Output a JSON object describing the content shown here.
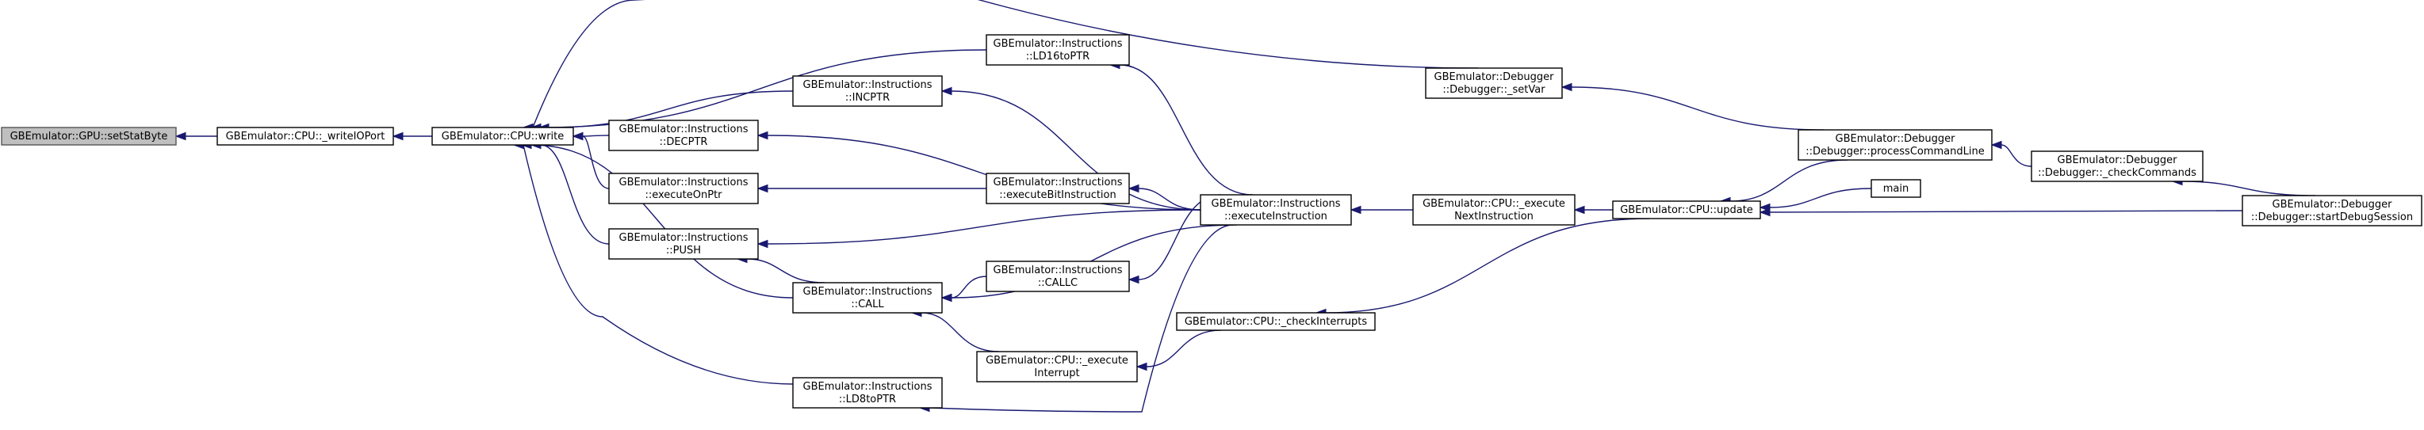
{
  "diagram": {
    "colors": {
      "edge": "#191970",
      "node_border": "#000000",
      "highlight_fill": "#bfbfbf"
    },
    "nodes": [
      {
        "id": "gpu_setStatByte",
        "lines": [
          "GBEmulator::GPU::setStatByte"
        ],
        "highlight": true
      },
      {
        "id": "cpu_writeIOPort",
        "lines": [
          "GBEmulator::CPU::_writeIOPort"
        ]
      },
      {
        "id": "cpu_write",
        "lines": [
          "GBEmulator::CPU::write"
        ]
      },
      {
        "id": "ins_ld16toptr",
        "lines": [
          "GBEmulator::Instructions",
          "::LD16toPTR"
        ]
      },
      {
        "id": "ins_incptr",
        "lines": [
          "GBEmulator::Instructions",
          "::INCPTR"
        ]
      },
      {
        "id": "ins_decptr",
        "lines": [
          "GBEmulator::Instructions",
          "::DECPTR"
        ]
      },
      {
        "id": "ins_executeonptr",
        "lines": [
          "GBEmulator::Instructions",
          "::executeOnPtr"
        ]
      },
      {
        "id": "ins_push",
        "lines": [
          "GBEmulator::Instructions",
          "::PUSH"
        ]
      },
      {
        "id": "ins_call",
        "lines": [
          "GBEmulator::Instructions",
          "::CALL"
        ]
      },
      {
        "id": "ins_ld8toptr",
        "lines": [
          "GBEmulator::Instructions",
          "::LD8toPTR"
        ]
      },
      {
        "id": "ins_executebitinstruction",
        "lines": [
          "GBEmulator::Instructions",
          "::executeBitInstruction"
        ]
      },
      {
        "id": "ins_callc",
        "lines": [
          "GBEmulator::Instructions",
          "::CALLC"
        ]
      },
      {
        "id": "cpu_executeinterrupt",
        "lines": [
          "GBEmulator::CPU::_execute",
          "Interrupt"
        ]
      },
      {
        "id": "cpu_checkinterrupts",
        "lines": [
          "GBEmulator::CPU::_checkInterrupts"
        ]
      },
      {
        "id": "ins_executeinstruction",
        "lines": [
          "GBEmulator::Instructions",
          "::executeInstruction"
        ]
      },
      {
        "id": "dbg_setvar",
        "lines": [
          "GBEmulator::Debugger",
          "::Debugger::_setVar"
        ]
      },
      {
        "id": "cpu_executenextinstruction",
        "lines": [
          "GBEmulator::CPU::_execute",
          "NextInstruction"
        ]
      },
      {
        "id": "cpu_update",
        "lines": [
          "GBEmulator::CPU::update"
        ]
      },
      {
        "id": "dbg_processcommandline",
        "lines": [
          "GBEmulator::Debugger",
          "::Debugger::processCommandLine"
        ]
      },
      {
        "id": "main",
        "lines": [
          "main"
        ]
      },
      {
        "id": "dbg_checkcommands",
        "lines": [
          "GBEmulator::Debugger",
          "::Debugger::_checkCommands"
        ]
      },
      {
        "id": "dbg_startdebugsession",
        "lines": [
          "GBEmulator::Debugger",
          "::Debugger::startDebugSession"
        ]
      }
    ],
    "edges": [
      {
        "from": "cpu_writeIOPort",
        "to": "gpu_setStatByte"
      },
      {
        "from": "cpu_write",
        "to": "cpu_writeIOPort"
      },
      {
        "from": "ins_ld16toptr",
        "to": "cpu_write"
      },
      {
        "from": "ins_incptr",
        "to": "cpu_write"
      },
      {
        "from": "ins_decptr",
        "to": "cpu_write"
      },
      {
        "from": "ins_executeonptr",
        "to": "cpu_write"
      },
      {
        "from": "ins_push",
        "to": "cpu_write"
      },
      {
        "from": "ins_call",
        "to": "cpu_write"
      },
      {
        "from": "ins_ld8toptr",
        "to": "cpu_write"
      },
      {
        "from": "dbg_setvar",
        "to": "cpu_write"
      },
      {
        "from": "ins_executeinstruction",
        "to": "ins_ld16toptr"
      },
      {
        "from": "ins_executeinstruction",
        "to": "ins_incptr"
      },
      {
        "from": "ins_executeinstruction",
        "to": "ins_decptr"
      },
      {
        "from": "ins_executebitinstruction",
        "to": "ins_executeonptr"
      },
      {
        "from": "ins_executeinstruction",
        "to": "ins_push"
      },
      {
        "from": "ins_call",
        "to": "ins_push"
      },
      {
        "from": "ins_callc",
        "to": "ins_call"
      },
      {
        "from": "ins_executeinstruction",
        "to": "ins_call"
      },
      {
        "from": "cpu_executeinterrupt",
        "to": "ins_call"
      },
      {
        "from": "ins_executeinstruction",
        "to": "ins_ld8toptr"
      },
      {
        "from": "ins_executeinstruction",
        "to": "ins_executebitinstruction"
      },
      {
        "from": "ins_executeinstruction",
        "to": "ins_callc"
      },
      {
        "from": "cpu_checkinterrupts",
        "to": "cpu_executeinterrupt"
      },
      {
        "from": "cpu_update",
        "to": "cpu_checkinterrupts"
      },
      {
        "from": "cpu_executenextinstruction",
        "to": "ins_executeinstruction"
      },
      {
        "from": "dbg_processcommandline",
        "to": "dbg_setvar"
      },
      {
        "from": "cpu_update",
        "to": "cpu_executenextinstruction"
      },
      {
        "from": "dbg_processcommandline",
        "to": "cpu_update"
      },
      {
        "from": "main",
        "to": "cpu_update"
      },
      {
        "from": "dbg_startdebugsession",
        "to": "cpu_update"
      },
      {
        "from": "dbg_checkcommands",
        "to": "dbg_processcommandline"
      },
      {
        "from": "dbg_startdebugsession",
        "to": "dbg_checkcommands"
      }
    ]
  }
}
